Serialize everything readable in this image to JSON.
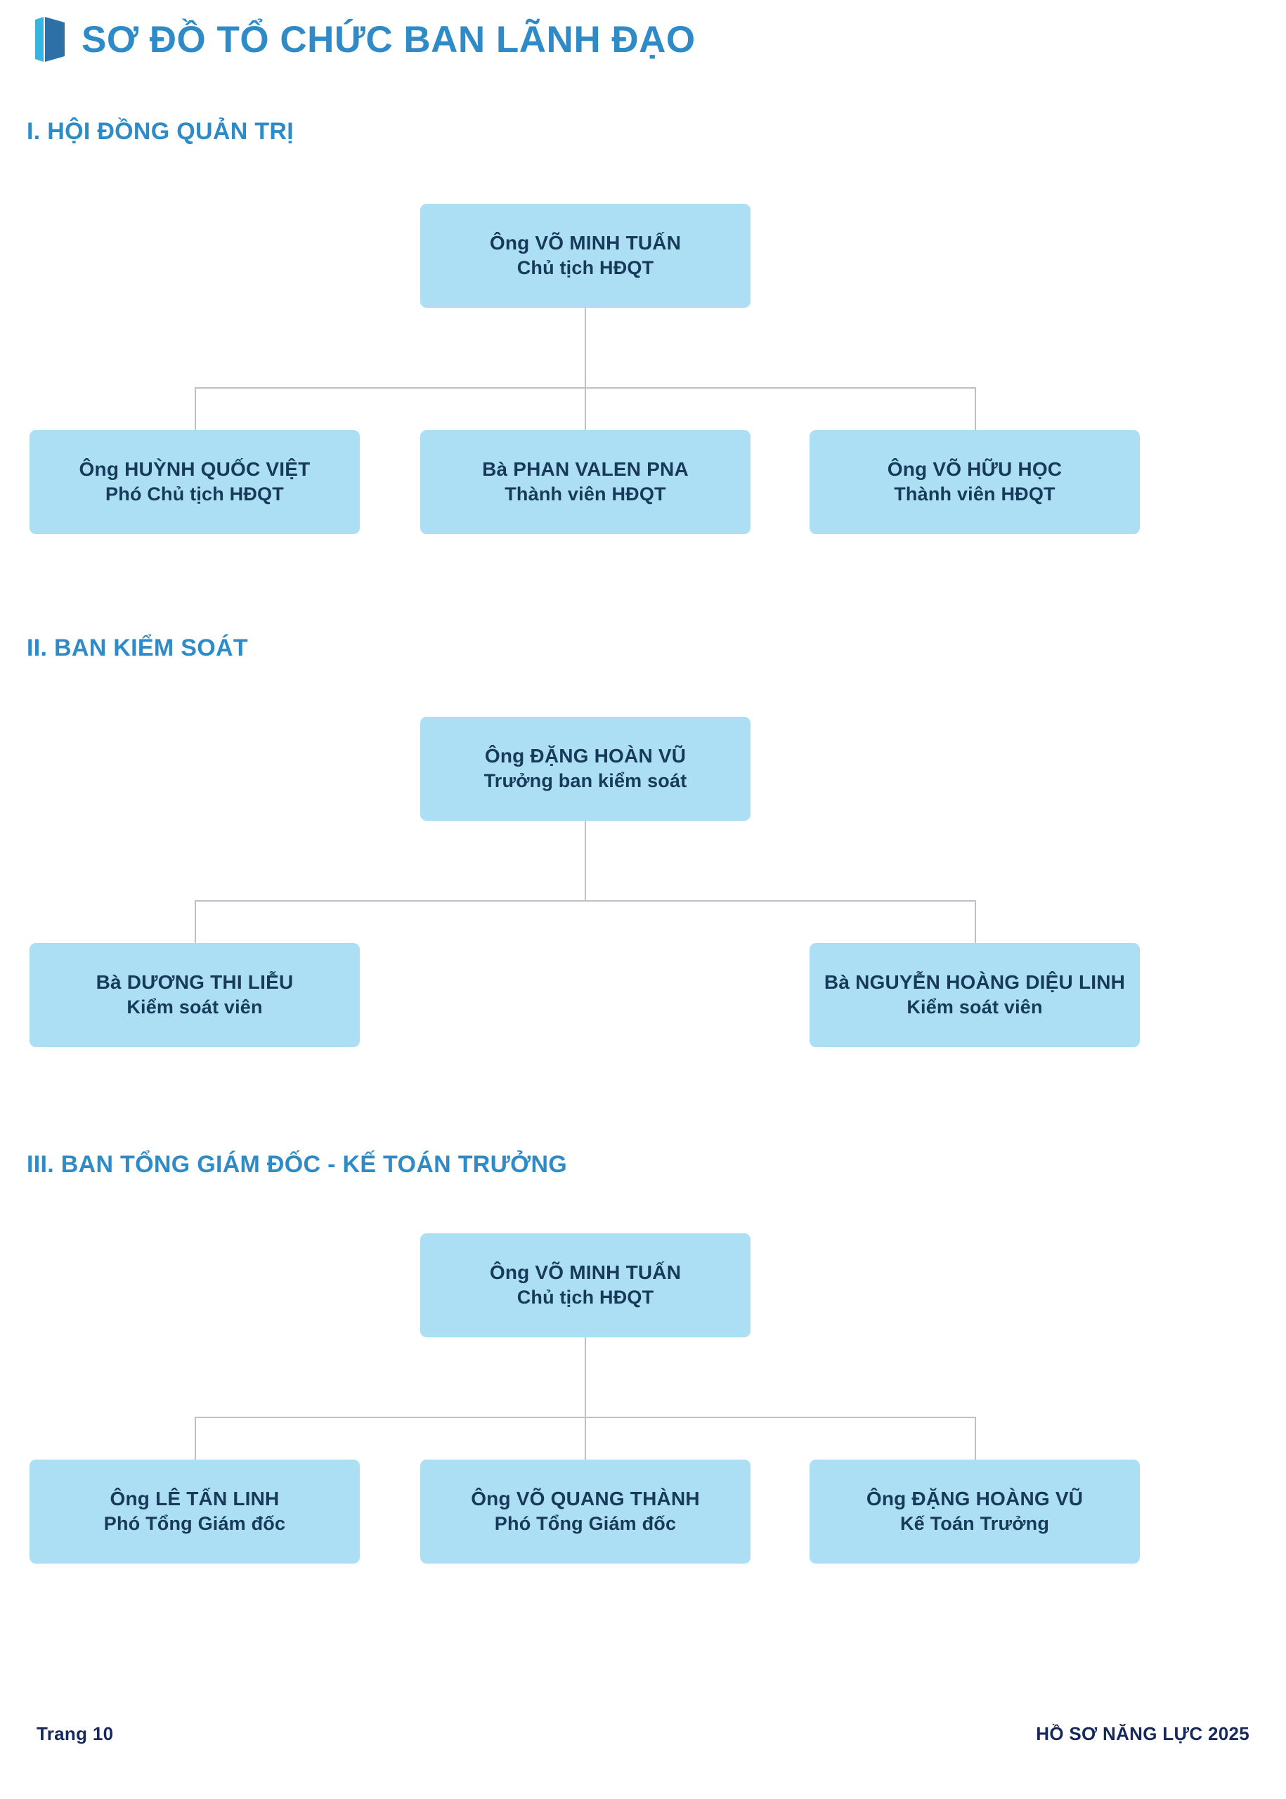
{
  "header": {
    "title": "SƠ ĐỒ TỔ CHỨC BAN LÃNH ĐẠO",
    "icon": "book-icon"
  },
  "colors": {
    "heading_blue": "#2E8BC8",
    "box_fill": "#ACDFF4",
    "box_text": "#17395A",
    "connector": "#BEBFCE",
    "footer_text": "#17295A",
    "page_background": "#FFFFFF"
  },
  "sections": [
    {
      "heading": "I. HỘI ĐỒNG QUẢN TRỊ",
      "root": {
        "name": "Ông VÕ MINH TUẤN",
        "role": "Chủ tịch HĐQT"
      },
      "children": [
        {
          "name": "Ông HUỲNH QUỐC VIỆT",
          "role": "Phó Chủ tịch HĐQT"
        },
        {
          "name": "Bà PHAN VALEN PNA",
          "role": "Thành viên HĐQT"
        },
        {
          "name": "Ông VÕ HỮU HỌC",
          "role": "Thành viên HĐQT"
        }
      ]
    },
    {
      "heading": "II. BAN KIỂM SOÁT",
      "root": {
        "name": "Ông ĐẶNG HOÀN VŨ",
        "role": "Trưởng ban kiểm soát"
      },
      "children": [
        {
          "name": "Bà DƯƠNG THI LIỄU",
          "role": "Kiểm soát viên"
        },
        {
          "name": "Bà NGUYỄN HOÀNG DIỆU LINH",
          "role": "Kiểm soát viên"
        }
      ]
    },
    {
      "heading": "III. BAN TỔNG GIÁM ĐỐC - KẾ TOÁN TRƯỞNG",
      "root": {
        "name": "Ông VÕ MINH TUẤN",
        "role": "Chủ tịch HĐQT"
      },
      "children": [
        {
          "name": "Ông LÊ TẤN LINH",
          "role": "Phó Tổng Giám đốc"
        },
        {
          "name": "Ông VÕ QUANG THÀNH",
          "role": "Phó Tổng Giám đốc"
        },
        {
          "name": "Ông ĐẶNG HOÀNG VŨ",
          "role": "Kế Toán Trưởng"
        }
      ]
    }
  ],
  "footer": {
    "page_label": "Trang 10",
    "document_label": "HỒ SƠ NĂNG LỰC 2025"
  }
}
